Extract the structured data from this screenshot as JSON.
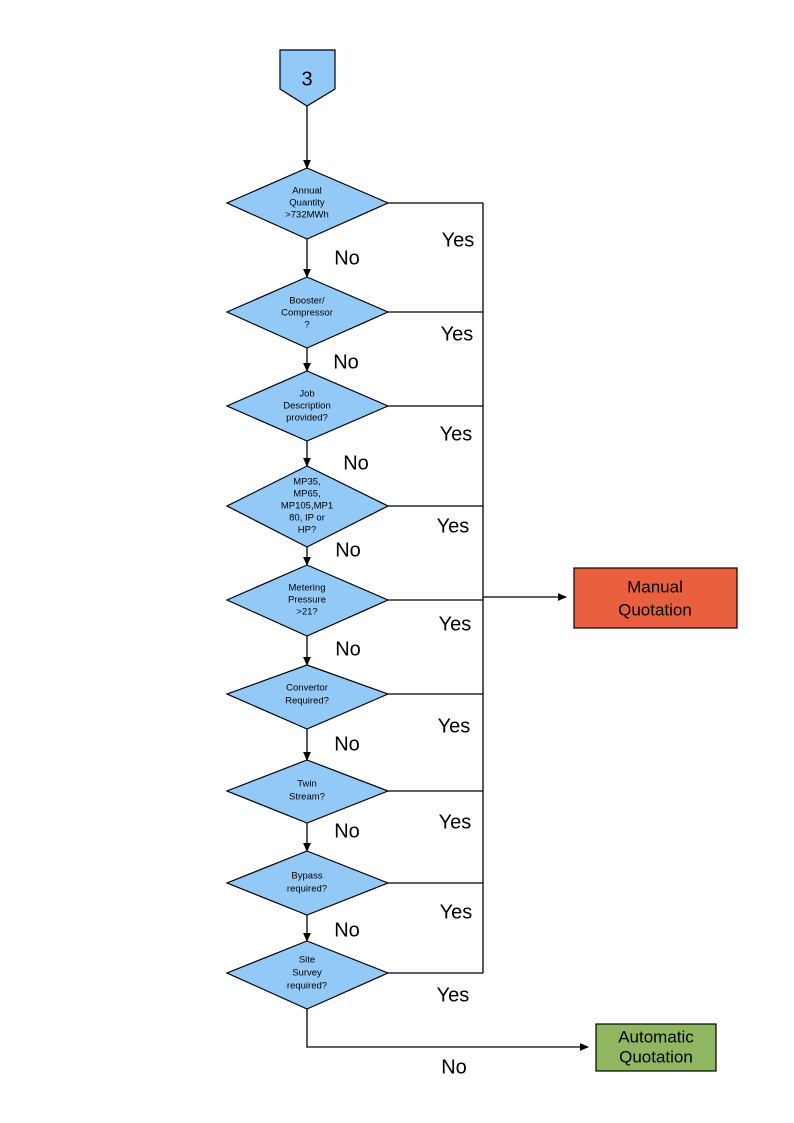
{
  "diagram": {
    "type": "flowchart",
    "title_connector": "3",
    "colors": {
      "decision_fill": "#93C9F7",
      "connector_fill": "#93C9F7",
      "manual_fill": "#E9603F",
      "automatic_fill": "#8FB761",
      "stroke": "#000000",
      "background": "#FFFFFF"
    },
    "start_connector": {
      "label": "3",
      "shape": "pentagon-down"
    },
    "decisions": [
      {
        "id": "annual-quantity",
        "lines": [
          "Annual",
          "Quantity",
          ">732MWh"
        ],
        "yes_label": "Yes",
        "no_label": "No"
      },
      {
        "id": "booster-compressor",
        "lines": [
          "Booster/",
          "Compressor",
          "?"
        ],
        "yes_label": "Yes",
        "no_label": "No"
      },
      {
        "id": "job-description",
        "lines": [
          "Job",
          "Description",
          "provided?"
        ],
        "yes_label": "Yes",
        "no_label": "No"
      },
      {
        "id": "pressure-tier",
        "lines": [
          "MP35,",
          "MP65,",
          "MP105,MP1",
          "80, IP or",
          "HP?"
        ],
        "yes_label": "Yes",
        "no_label": "No"
      },
      {
        "id": "metering-pressure",
        "lines": [
          "Metering",
          "Pressure",
          ">21?"
        ],
        "yes_label": "Yes",
        "no_label": "No"
      },
      {
        "id": "convertor-required",
        "lines": [
          "Convertor",
          "Required?"
        ],
        "yes_label": "Yes",
        "no_label": "No"
      },
      {
        "id": "twin-stream",
        "lines": [
          "Twin",
          "Stream?"
        ],
        "yes_label": "Yes",
        "no_label": "No"
      },
      {
        "id": "bypass-required",
        "lines": [
          "Bypass",
          "required?"
        ],
        "yes_label": "Yes",
        "no_label": "No"
      },
      {
        "id": "site-survey",
        "lines": [
          "Site",
          "Survey",
          "required?"
        ],
        "yes_label": "Yes",
        "no_label": "No"
      }
    ],
    "terminals": [
      {
        "id": "manual-quotation",
        "lines": [
          "Manual",
          "Quotation"
        ],
        "fill": "#E9603F"
      },
      {
        "id": "automatic-quotation",
        "lines": [
          "Automatic",
          "Quotation"
        ],
        "fill": "#8FB761"
      }
    ],
    "final_no_label": "No"
  }
}
